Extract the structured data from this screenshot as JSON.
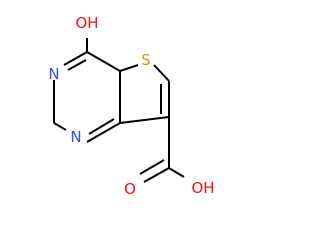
{
  "molecule": {
    "atoms": {
      "hydroxyl_oxygen": "OH",
      "thiophene_sulfur": "S",
      "pyrimidine_nitrogen_3": "N",
      "pyrimidine_nitrogen_1": "N",
      "carboxyl_carbonyl_oxygen": "O",
      "carboxyl_hydroxyl_oxygen": "OH"
    },
    "colors": {
      "oxygen": "#ff0d0d",
      "nitrogen": "#3050f8",
      "sulfur": "#c8a000",
      "bond": "#000000"
    }
  }
}
